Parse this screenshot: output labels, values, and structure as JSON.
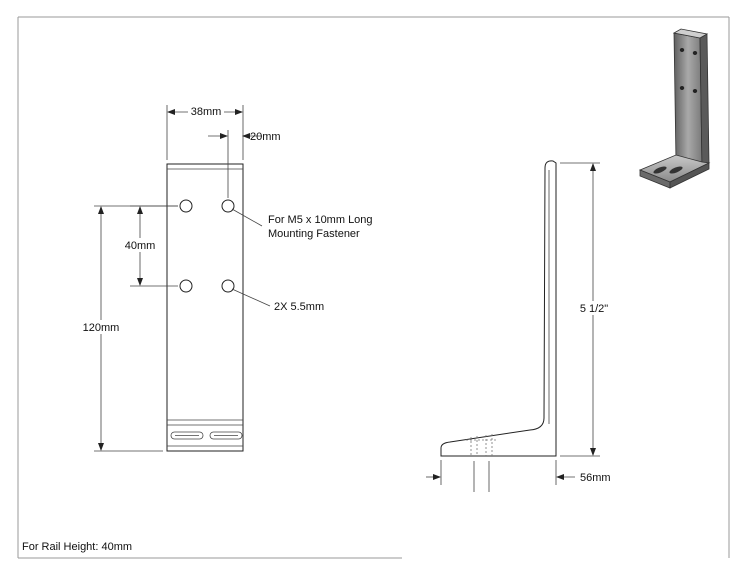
{
  "dimensions": {
    "width_top": "38mm",
    "hole_offset": "20mm",
    "hole_spacing": "40mm",
    "height": "120mm",
    "side_height": "5 1/2\"",
    "base_width": "56mm"
  },
  "notes": {
    "fastener_line1": "For M5 x 10mm Long",
    "fastener_line2": "Mounting Fastener",
    "hole_callout": "2X 5.5mm",
    "rail_height": "For Rail Height: 40mm"
  },
  "colors": {
    "line": "#222222",
    "border": "#9a9a9a",
    "bracket_dark": "#6e6e6e",
    "bracket_light": "#b8b8b8"
  }
}
